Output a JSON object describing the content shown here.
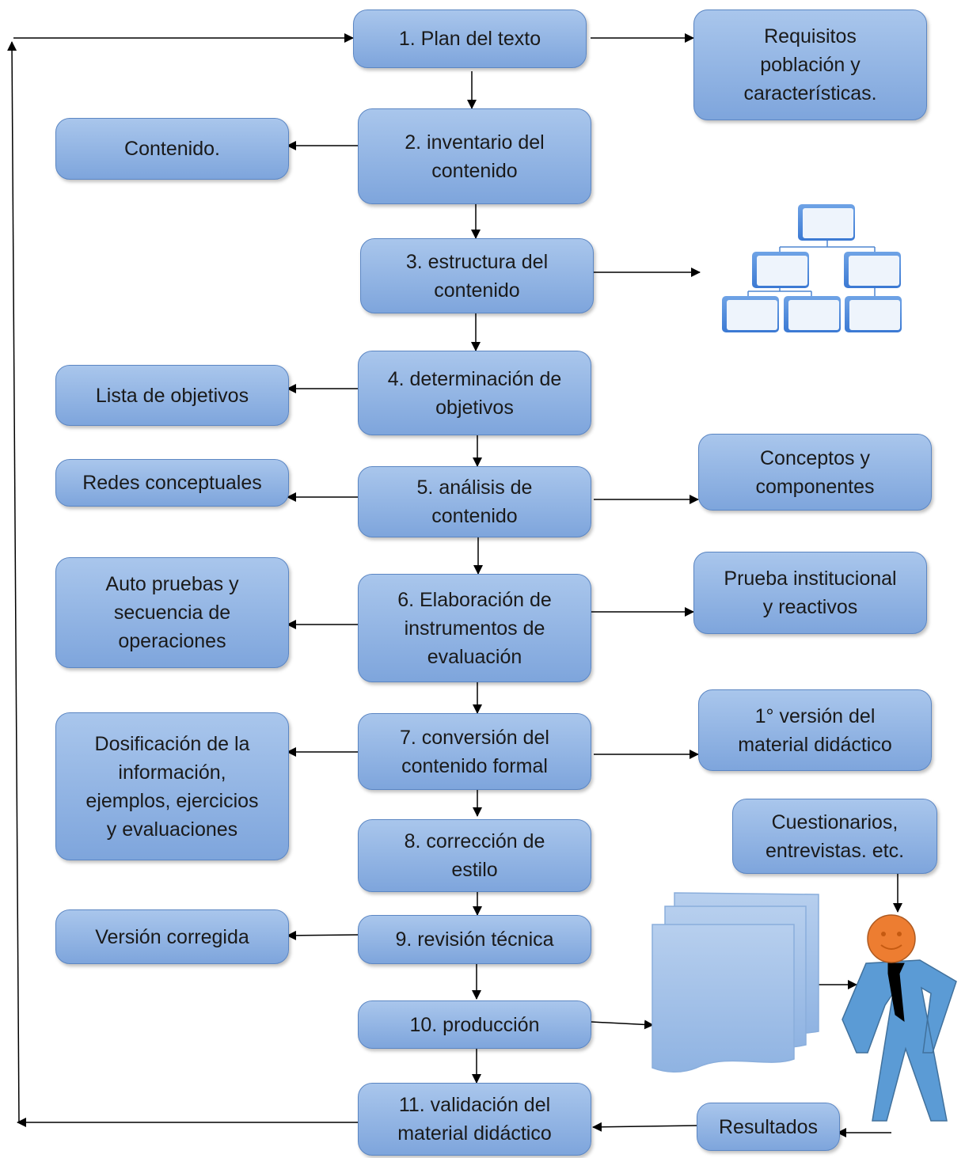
{
  "steps": [
    {
      "id": "s1",
      "text": "1. Plan del texto"
    },
    {
      "id": "s2",
      "text": "2. inventario del\ncontenido"
    },
    {
      "id": "s3",
      "text": "3. estructura del\ncontenido"
    },
    {
      "id": "s4",
      "text": "4. determinación de\nobjetivos"
    },
    {
      "id": "s5",
      "text": "5. análisis de\ncontenido"
    },
    {
      "id": "s6",
      "text": "6. Elaboración de\ninstrumentos de\nevaluación"
    },
    {
      "id": "s7",
      "text": "7. conversión del\ncontenido formal"
    },
    {
      "id": "s8",
      "text": "8. corrección de\nestilo"
    },
    {
      "id": "s9",
      "text": "9. revisión técnica"
    },
    {
      "id": "s10",
      "text": "10. producción"
    },
    {
      "id": "s11",
      "text": "11. validación del\nmaterial didáctico"
    }
  ],
  "outputs": [
    {
      "id": "o1",
      "text": "Requisitos\npoblación y\ncaracterísticas."
    },
    {
      "id": "o2",
      "text": "Contenido."
    },
    {
      "id": "o4",
      "text": "Lista de objetivos"
    },
    {
      "id": "o5a",
      "text": "Redes conceptuales"
    },
    {
      "id": "o5b",
      "text": "Conceptos y\ncomponentes"
    },
    {
      "id": "o6a",
      "text": "Auto pruebas y\nsecuencia de\noperaciones"
    },
    {
      "id": "o6b",
      "text": "Prueba institucional\ny reactivos"
    },
    {
      "id": "o7a",
      "text": "Dosificación de la\ninformación,\nejemplos, ejercicios\ny evaluaciones"
    },
    {
      "id": "o7b",
      "text": "1° versión del\nmaterial didáctico"
    },
    {
      "id": "o8",
      "text": "Cuestionarios,\nentrevistas. etc."
    },
    {
      "id": "o9",
      "text": "Versión corregida"
    },
    {
      "id": "o11",
      "text": "Resultados"
    }
  ],
  "colors": {
    "box_fill": "#8fb2e2",
    "box_border": "#5b86c3",
    "person_body": "#5b9bd5",
    "person_head": "#ed7d31",
    "arrow": "#000000"
  },
  "icons": [
    "hierarchy-chart-icon",
    "document-stack-icon",
    "person-icon"
  ]
}
